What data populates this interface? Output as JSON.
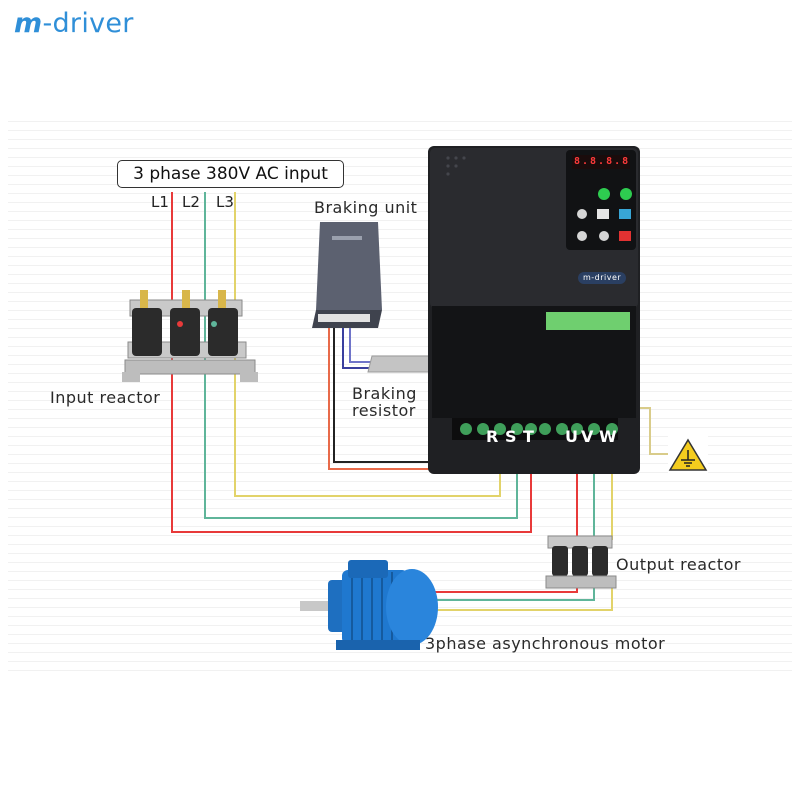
{
  "brand": {
    "logo_text": "-driver",
    "logo_mark": "m",
    "device_badge": "m-driver"
  },
  "labels": {
    "ac_input": "3 phase 380V AC input",
    "l1": "L1",
    "l2": "L2",
    "l3": "L3",
    "braking_unit": "Braking unit",
    "braking_resistor_line1": "Braking",
    "braking_resistor_line2": "resistor",
    "input_reactor": "Input reactor",
    "output_reactor": "Output reactor",
    "motor": "3phase asynchronous motor"
  },
  "terminals": {
    "r": "R",
    "s": "S",
    "t": "T",
    "u": "U",
    "v": "V",
    "w": "W"
  },
  "display": {
    "readout": "8.8.8.8"
  },
  "colors": {
    "l1_wire": "#e83a3a",
    "l2_wire": "#5fb59a",
    "l3_wire": "#e2d36a",
    "dc_wire": "#3a3f9e",
    "brand": "#2f8fd8"
  }
}
